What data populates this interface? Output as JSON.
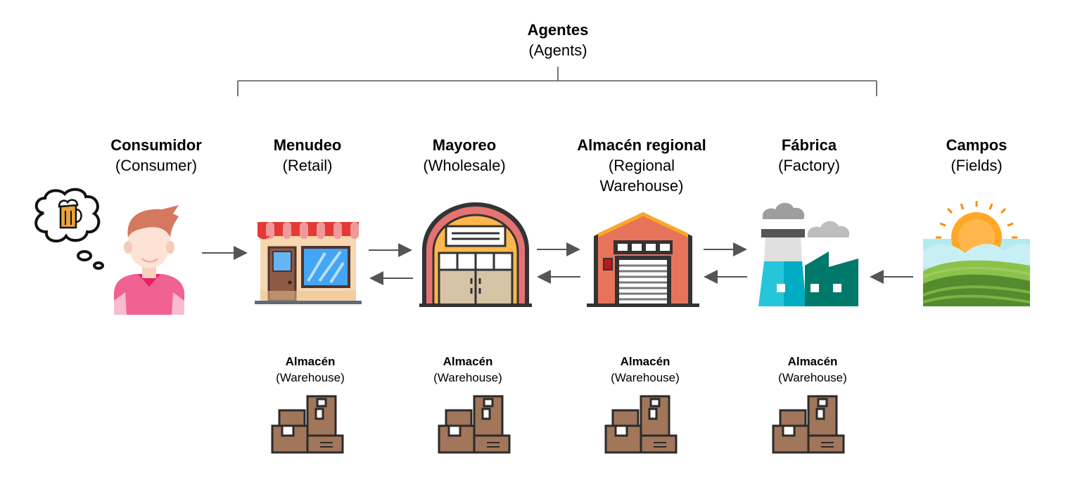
{
  "header": {
    "title": "Agentes",
    "subtitle": "(Agents)"
  },
  "agents": [
    {
      "name": "Consumidor",
      "translation": "(Consumer)",
      "icon": "consumer-icon"
    },
    {
      "name": "Menudeo",
      "translation": "(Retail)",
      "icon": "retail-store-icon"
    },
    {
      "name": "Mayoreo",
      "translation": "(Wholesale)",
      "icon": "wholesale-warehouse-icon"
    },
    {
      "name": "Almacén regional",
      "translation": "(Regional",
      "translation2": "Warehouse)",
      "icon": "regional-warehouse-icon"
    },
    {
      "name": "Fábrica",
      "translation": "(Factory)",
      "icon": "factory-icon"
    },
    {
      "name": "Campos",
      "translation": "(Fields)",
      "icon": "fields-icon"
    }
  ],
  "warehouses": [
    {
      "name": "Almacén",
      "translation": "(Warehouse)",
      "icon": "boxes-icon"
    },
    {
      "name": "Almacén",
      "translation": "(Warehouse)",
      "icon": "boxes-icon"
    },
    {
      "name": "Almacén",
      "translation": "(Warehouse)",
      "icon": "boxes-icon"
    },
    {
      "name": "Almacén",
      "translation": "(Warehouse)",
      "icon": "boxes-icon"
    }
  ]
}
